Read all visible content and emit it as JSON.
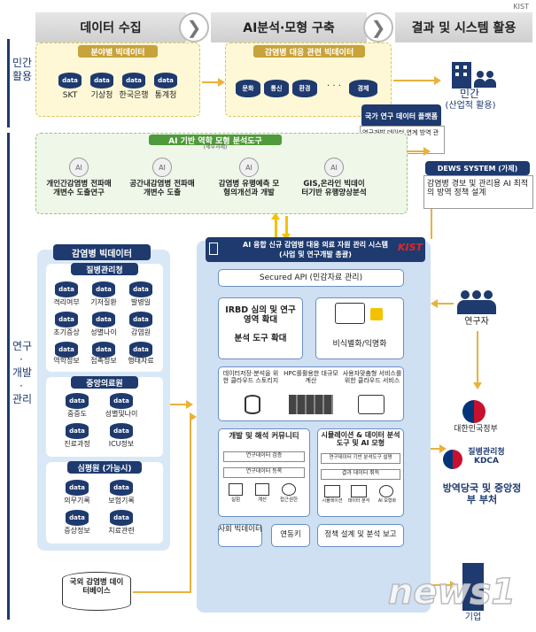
{
  "watermark_top": "KIST",
  "phases": [
    "데이터 수집",
    "AI분석·모형 구축",
    "결과 및 시스템 활용"
  ],
  "side_labels": {
    "private": "민간\n활용",
    "research": "연구\n·\n개발\n·\n관리"
  },
  "private_bigdata": {
    "title": "분야별 빅데이터",
    "items": [
      {
        "cyl": "data",
        "label": "SKT"
      },
      {
        "cyl": "data",
        "label": "기상청"
      },
      {
        "cyl": "data",
        "label": "한국은행"
      },
      {
        "cyl": "data",
        "label": "통계청"
      }
    ]
  },
  "infectious_bigdata": {
    "title": "감염병 대응 관련 빅데이터",
    "items": [
      "문화",
      "통신",
      "환경",
      "경제"
    ],
    "ellipsis": "· · ·"
  },
  "private_target": {
    "label": "민간",
    "sub": "(산업적 활용)"
  },
  "national_platform": {
    "title": "국가 연구 데이터 플랫폼",
    "desc": "연구개발 데이터 연계 방역 관련 데이터 플랫폼"
  },
  "dews": {
    "title": "DEWS SYSTEM (가제)",
    "desc": "감염병 경보 및 관리용 AI 최적의 방역 정책 설계"
  },
  "ai_models": {
    "title": "AI 기반 역학 모형 분석도구",
    "subtitle": "(세부과제)",
    "items": [
      "개인간감염병 전파매개변수 도출연구",
      "공간내감염병 전파매개변수 도출",
      "감염병 유행예측 모형의개선과 개발",
      "GIS,온라인 빅데이터기반 유행양상분석"
    ]
  },
  "left_bigdata": {
    "title": "감염병 빅데이터",
    "kdca": {
      "title": "질병관리청",
      "items": [
        "격리여부",
        "기저질환",
        "발병일",
        "초기증상",
        "성별나이",
        "감염원",
        "역학정보",
        "접촉정보",
        "행태자료"
      ]
    },
    "nmc": {
      "title": "중앙의료원",
      "items": [
        "중증도",
        "성별및나이",
        "진료과정",
        "ICU정보"
      ]
    },
    "hira": {
      "title": "심평원 (가능시)",
      "items": [
        "의무기록",
        "보험기록",
        "증상정보",
        "치료관련"
      ]
    }
  },
  "foreign_db": "국외 감염병 데이터베이스",
  "central_system": {
    "title": "AI 융합 신규 감염병 대응 의료 자원 관리 시스템",
    "subtitle": "(사업 및 연구개발 총괄)",
    "kist_logo": "KIST",
    "secured_api": "Secured API (민감자료 관리)",
    "irbd": "IRBD 심의 및 연구영역 확대",
    "analysis_tool": "분석 도구 확대",
    "anon": "비식별화/익명화",
    "storage": "데이터저장·분석을 위한 클라우드 스토리지",
    "hpc": "HPC를활용한 대규모계산",
    "cloud": "사용자맞춤형 서비스를 위한 클라우드 서비스",
    "dev_community": "개발 및 해석 커뮤니티",
    "dev_sub1": "연구데이터 검증",
    "dev_sub2": "연구데이터 등록",
    "dev_icons": [
      "실험",
      "계산",
      "접근권한"
    ],
    "sim_title": "시뮬레이션 & 데이터 분석 도구 및 AI 모형",
    "sim_sub1": "연구데이터 기반 분석도구 설명",
    "sim_sub2": "결과 데이터 취득",
    "sim_icons": [
      "시뮬레이션",
      "데이터 분석",
      "AI 모형화"
    ],
    "social": "사회 빅데이터",
    "link_key": "연동키",
    "policy": "정책 설계 및 분석 보고"
  },
  "researcher": "연구자",
  "gov": {
    "name": "대한민국정부",
    "kdca": "질병관리청 KDCA",
    "policy": "방역당국 및 중앙정부 부처"
  },
  "company": "기업",
  "news_watermark": "news1"
}
